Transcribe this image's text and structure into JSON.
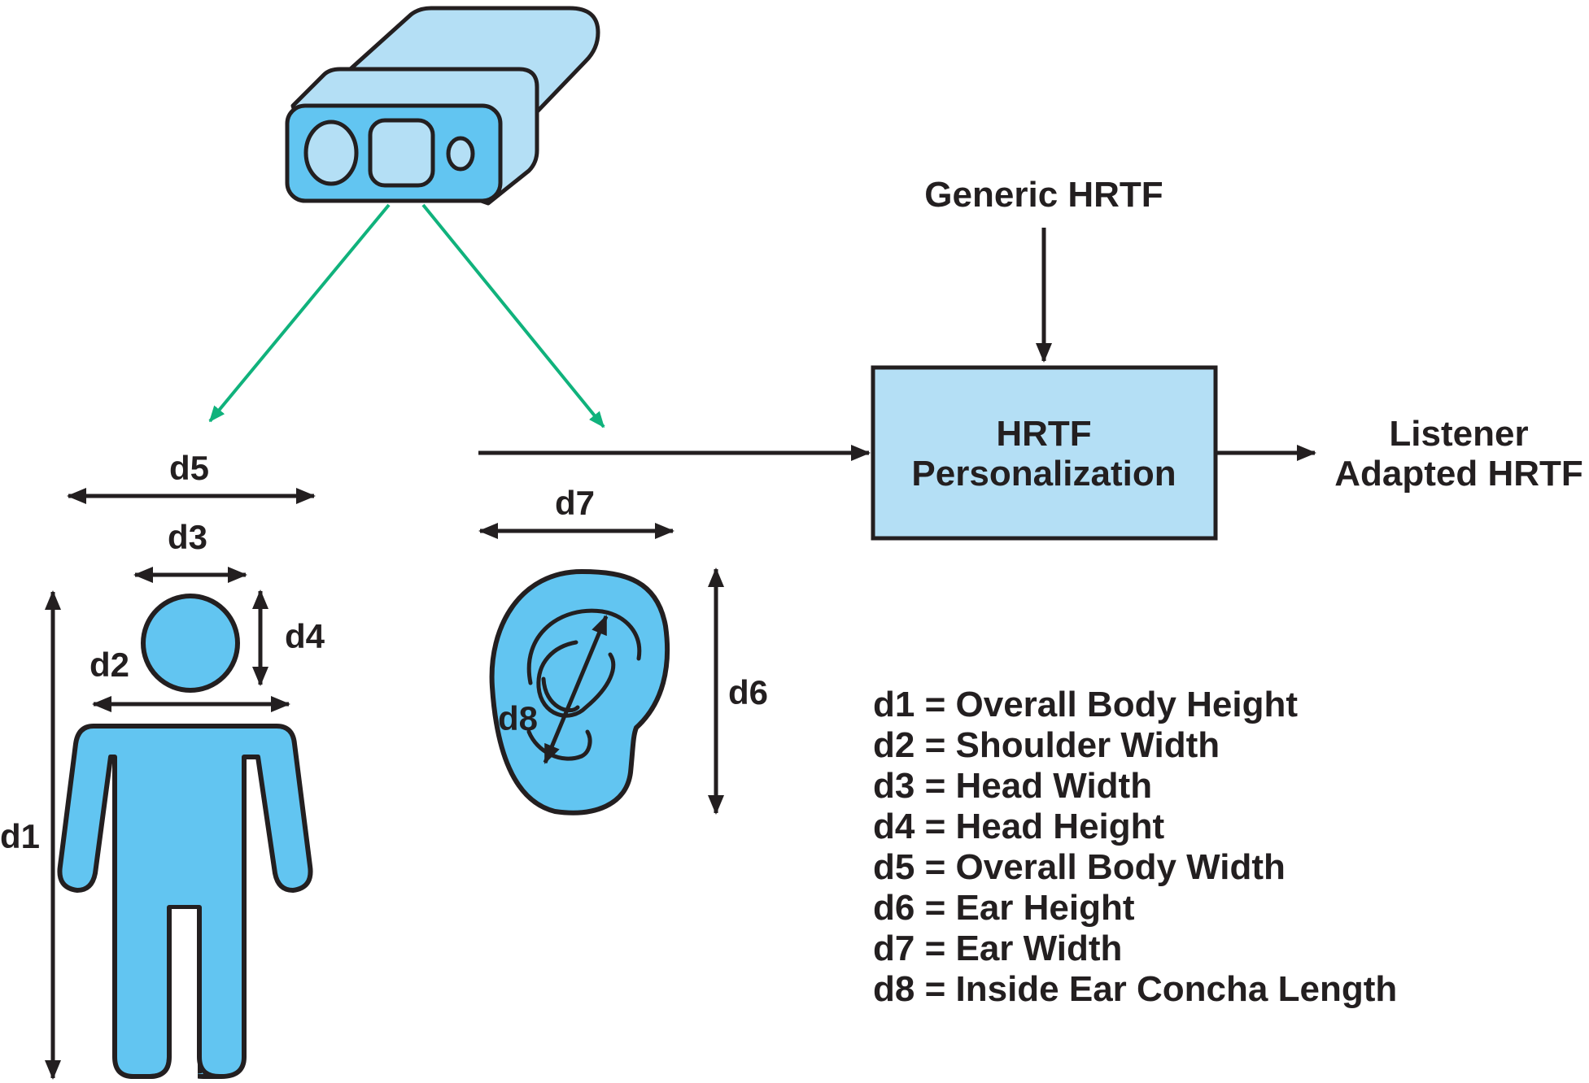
{
  "diagram": {
    "input_label": "Generic HRTF",
    "block_label_line1": "HRTF",
    "block_label_line2": "Personalization",
    "output_label_line1": "Listener",
    "output_label_line2": "Adapted HRTF",
    "dims": {
      "d1": "d1",
      "d2": "d2",
      "d3": "d3",
      "d4": "d4",
      "d5": "d5",
      "d6": "d6",
      "d7": "d7",
      "d8": "d8"
    },
    "legend": [
      "d1 = Overall Body Height",
      "d2 = Shoulder Width",
      "d3 = Head Width",
      "d4 = Head Height",
      "d5 = Overall Body Width",
      "d6 = Ear Height",
      "d7 = Ear Width",
      "d8 = Inside Ear Concha Length"
    ],
    "colors": {
      "fill_light": "#b4dff5",
      "fill_mid": "#62c5f1",
      "stroke": "#231f20",
      "green_arrow": "#10b27c"
    }
  }
}
